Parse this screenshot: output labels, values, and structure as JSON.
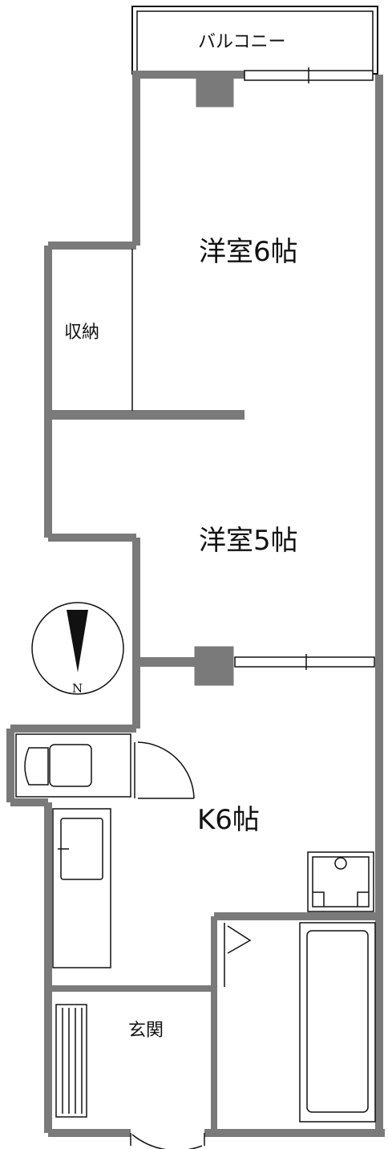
{
  "rooms": {
    "balcony": "バルコニー",
    "western_room_6": "洋室6帖",
    "storage": "収納",
    "western_room_5": "洋室5帖",
    "kitchen": "K6帖",
    "entrance": "玄関"
  },
  "compass": {
    "north_label": "N"
  },
  "colors": {
    "wall": "#7a7a7a",
    "line": "#111111",
    "background": "#ffffff"
  }
}
